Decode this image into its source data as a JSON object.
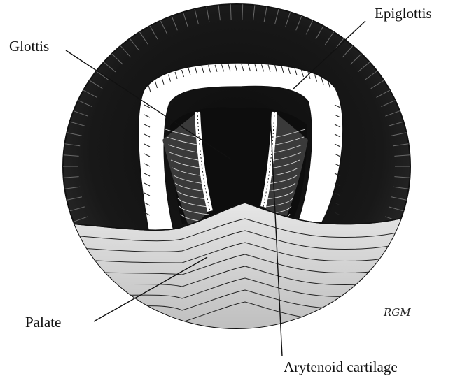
{
  "labels": {
    "epiglottis": "Epiglottis",
    "glottis": "Glottis",
    "palate": "Palate",
    "arytenoid": "Arytenoid cartilage"
  },
  "signature": "RGM",
  "colors": {
    "background": "#ffffff",
    "dark_tissue": "#141414",
    "epiglottis_fill": "#ffffff",
    "palate_fill": "#d9d9d9",
    "outline": "#111111"
  }
}
